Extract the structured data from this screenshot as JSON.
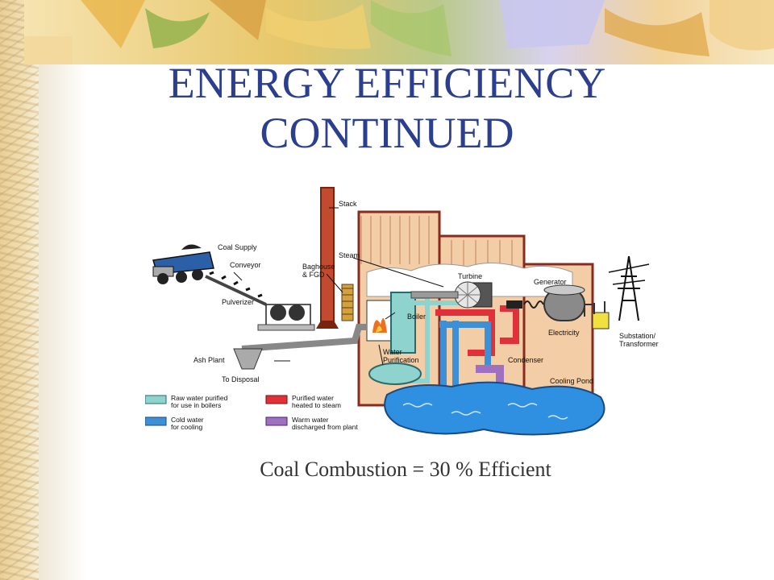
{
  "slide": {
    "title_line1": "ENERGY EFFICIENCY",
    "title_line2": "CONTINUED",
    "caption": "Coal Combustion = 30 % Efficient"
  },
  "diagram": {
    "labels": {
      "stack": "Stack",
      "coal_supply": "Coal Supply",
      "steam": "Steam",
      "conveyor": "Conveyor",
      "baghouse_1": "Baghouse",
      "baghouse_2": "& FGD",
      "turbine": "Turbine",
      "generator": "Generator",
      "pulverizer": "Pulverizer",
      "boiler": "Boiler",
      "electricity": "Electricity",
      "substation_1": "Substation/",
      "substation_2": "Transformer",
      "ash_plant": "Ash Plant",
      "water_purification_1": "Water",
      "water_purification_2": "Purification",
      "condenser": "Condenser",
      "to_disposal": "To Disposal",
      "cooling_pond": "Cooling Pond"
    },
    "legend": [
      {
        "line1": "Raw water purified",
        "line2": "for use in boilers",
        "color": "#8fd3cf"
      },
      {
        "line1": "Purified water",
        "line2": "heated to steam",
        "color": "#e0303a"
      },
      {
        "line1": "Cold water",
        "line2": "for cooling",
        "color": "#3d8fd6"
      },
      {
        "line1": "Warm water",
        "line2": "discharged from plant",
        "color": "#a070c0"
      }
    ]
  },
  "colors": {
    "title": "#2b3f8e",
    "building": "#f0c9a0",
    "stack": "#c24a2e",
    "pond": "#2f8fe0"
  }
}
